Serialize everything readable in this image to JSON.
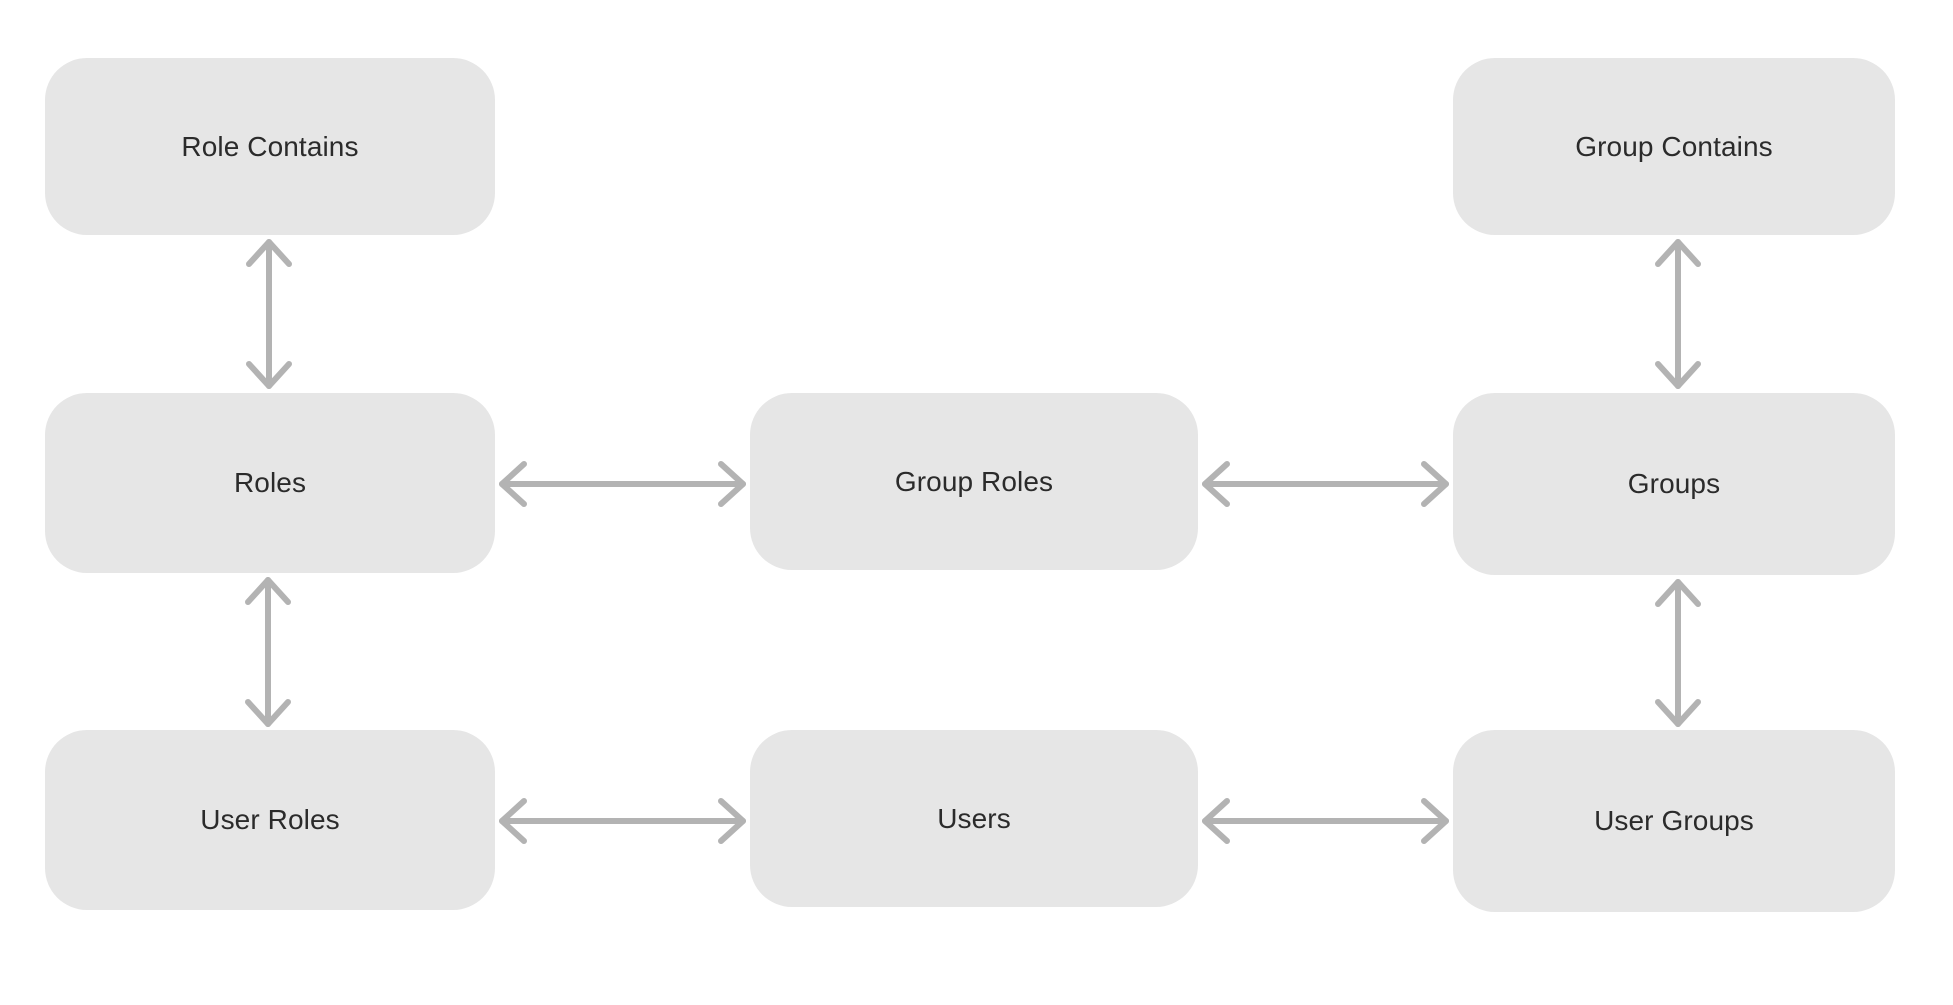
{
  "diagram": {
    "type": "entity-relationship",
    "background_color": "#ffffff",
    "node_fill_color": "#e6e6e6",
    "node_text_color": "#2b2b2b",
    "edge_color": "#b3b3b3",
    "nodes": [
      {
        "id": "role-contains",
        "label": "Role Contains",
        "row": "top",
        "column": "left"
      },
      {
        "id": "group-contains",
        "label": "Group Contains",
        "row": "top",
        "column": "right"
      },
      {
        "id": "roles",
        "label": "Roles",
        "row": "middle",
        "column": "left"
      },
      {
        "id": "group-roles",
        "label": "Group Roles",
        "row": "middle",
        "column": "center"
      },
      {
        "id": "groups",
        "label": "Groups",
        "row": "middle",
        "column": "right"
      },
      {
        "id": "user-roles",
        "label": "User Roles",
        "row": "bottom",
        "column": "left"
      },
      {
        "id": "users",
        "label": "Users",
        "row": "bottom",
        "column": "center"
      },
      {
        "id": "user-groups",
        "label": "User Groups",
        "row": "bottom",
        "column": "right"
      }
    ],
    "edges": [
      {
        "id": "role-contains--roles",
        "from": "role-contains",
        "to": "roles",
        "orientation": "vertical",
        "arrowheads": "both"
      },
      {
        "id": "roles--user-roles",
        "from": "roles",
        "to": "user-roles",
        "orientation": "vertical",
        "arrowheads": "both"
      },
      {
        "id": "group-contains--groups",
        "from": "group-contains",
        "to": "groups",
        "orientation": "vertical",
        "arrowheads": "both"
      },
      {
        "id": "groups--user-groups",
        "from": "groups",
        "to": "user-groups",
        "orientation": "vertical",
        "arrowheads": "both"
      },
      {
        "id": "roles--group-roles",
        "from": "roles",
        "to": "group-roles",
        "orientation": "horizontal",
        "arrowheads": "both"
      },
      {
        "id": "group-roles--groups",
        "from": "group-roles",
        "to": "groups",
        "orientation": "horizontal",
        "arrowheads": "both"
      },
      {
        "id": "user-roles--users",
        "from": "user-roles",
        "to": "users",
        "orientation": "horizontal",
        "arrowheads": "both"
      },
      {
        "id": "users--user-groups",
        "from": "users",
        "to": "user-groups",
        "orientation": "horizontal",
        "arrowheads": "both"
      }
    ]
  }
}
